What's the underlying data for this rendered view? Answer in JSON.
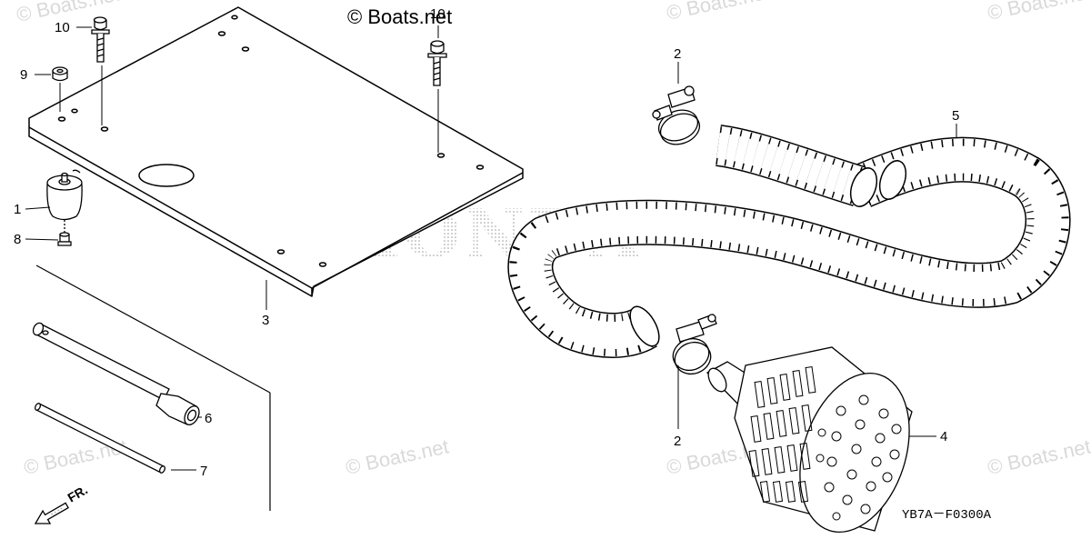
{
  "watermark": {
    "text": "© Boats.net",
    "top_text": "© Boats.net"
  },
  "brand_watermark": "HONDA",
  "callouts": {
    "c1": "1",
    "c2a": "2",
    "c2b": "2",
    "c3": "3",
    "c4": "4",
    "c5": "5",
    "c6": "6",
    "c7": "7",
    "c8": "8",
    "c9": "9",
    "c10a": "10",
    "c10b": "10"
  },
  "front_marker": "FR.",
  "diagram_code": "YB7A－F0300A",
  "colors": {
    "line": "#000000",
    "watermark": "#d9d9d9",
    "brand_watermark": "#b5b5b5"
  }
}
